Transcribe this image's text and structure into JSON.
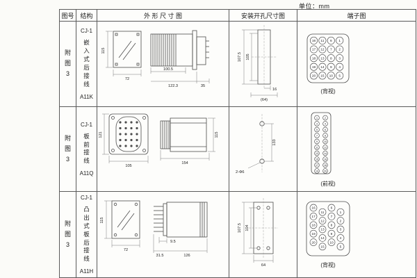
{
  "page": {
    "unit_label": "单位：mm"
  },
  "table": {
    "headers": {
      "fig_no": "图号",
      "structure": "结构",
      "outline": "外 形 尺 寸 图",
      "mounting": "安装开孔尺寸图",
      "terminal": "端子图"
    },
    "rows": [
      {
        "fig_no": "附图3",
        "model": "CJ-1",
        "structure_desc": "嵌入式后接线",
        "code": "A11K",
        "outline": {
          "front_height": "115",
          "front_width": "72",
          "dim_top": "100.5",
          "dim_bottom": "122.3",
          "dim_right": "35"
        },
        "mounting": {
          "dim_left": "107.5",
          "dim_inner": "105",
          "dim_small": "16",
          "dim_bottom": "(64)"
        },
        "terminal": {
          "view_label": "(背视)",
          "layout": "grid-4x5",
          "numbers": [
            [
              16,
              11,
              6,
              1
            ],
            [
              17,
              12,
              7,
              2
            ],
            [
              18,
              13,
              8,
              3
            ],
            [
              19,
              14,
              9,
              4
            ],
            [
              20,
              15,
              10,
              5
            ]
          ]
        }
      },
      {
        "fig_no": "附图3",
        "model": "CJ-1",
        "structure_desc": "板前接线",
        "code": "A11Q",
        "outline": {
          "front_height": "121",
          "front_width": "105",
          "side_length": "154",
          "side_height": "115"
        },
        "mounting": {
          "dim_height": "133",
          "hole_label": "2-Φ6"
        },
        "terminal": {
          "view_label": "(前视)",
          "layout": "grid-2x10",
          "numbers": [
            [
              1,
              2
            ],
            [
              3,
              4
            ],
            [
              5,
              6
            ],
            [
              7,
              8
            ],
            [
              9,
              10
            ],
            [
              11,
              12
            ],
            [
              13,
              14
            ],
            [
              15,
              16
            ],
            [
              17,
              18
            ],
            [
              19,
              20
            ]
          ]
        }
      },
      {
        "fig_no": "附图3",
        "model": "CJ-1",
        "structure_desc": "凸出式板后接线",
        "code": "A11H",
        "outline": {
          "front_height": "115",
          "front_width": "72",
          "pin_dim": "9.5",
          "pin_length": "31.5",
          "body_length": "126"
        },
        "mounting": {
          "dim_left": "107.5",
          "dim_inner": "104",
          "dim_bottom": "64"
        },
        "terminal": {
          "view_label": "(背视)",
          "layout": "grid-4x5-staggered",
          "numbers": [
            [
              16,
              11,
              6,
              1
            ],
            [
              17,
              12,
              7,
              2
            ],
            [
              18,
              13,
              8,
              3
            ],
            [
              19,
              14,
              9,
              4
            ],
            [
              20,
              15,
              10,
              5
            ]
          ]
        }
      }
    ]
  }
}
